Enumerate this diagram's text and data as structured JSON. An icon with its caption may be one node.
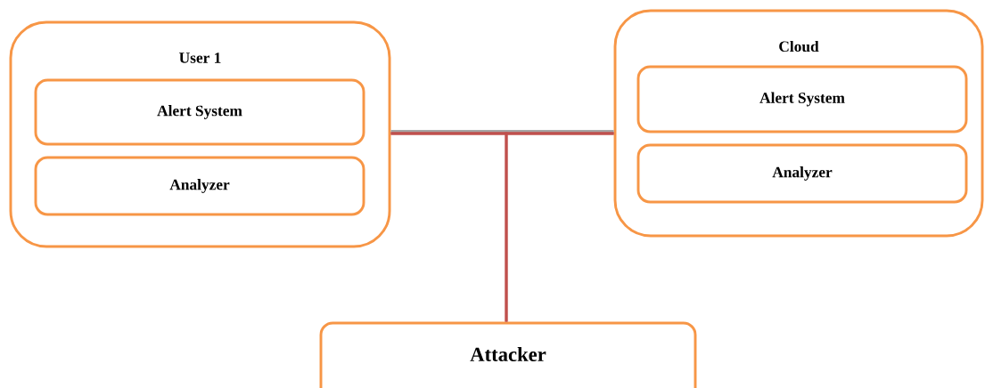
{
  "diagram": {
    "nodes": [
      {
        "text": [
          "User 1"
        ]
      },
      {
        "text": [
          "Alert System"
        ],
        "in": 0
      },
      {
        "text": [
          "Analyzer"
        ],
        "in": 0
      },
      {
        "text": [
          "Cloud"
        ]
      },
      {
        "text": [
          "Alert System"
        ],
        "in": 3
      },
      {
        "text": [
          "Analyzer"
        ],
        "in": 3
      },
      {
        "text": [
          "Attacker"
        ]
      }
    ],
    "edges": [
      {
        "from": 0,
        "to": 3,
        "arrow": "none"
      },
      {
        "from": 6,
        "to": 0,
        "arrow": "none"
      },
      {
        "from": 6,
        "to": 3,
        "arrow": "none"
      }
    ]
  }
}
